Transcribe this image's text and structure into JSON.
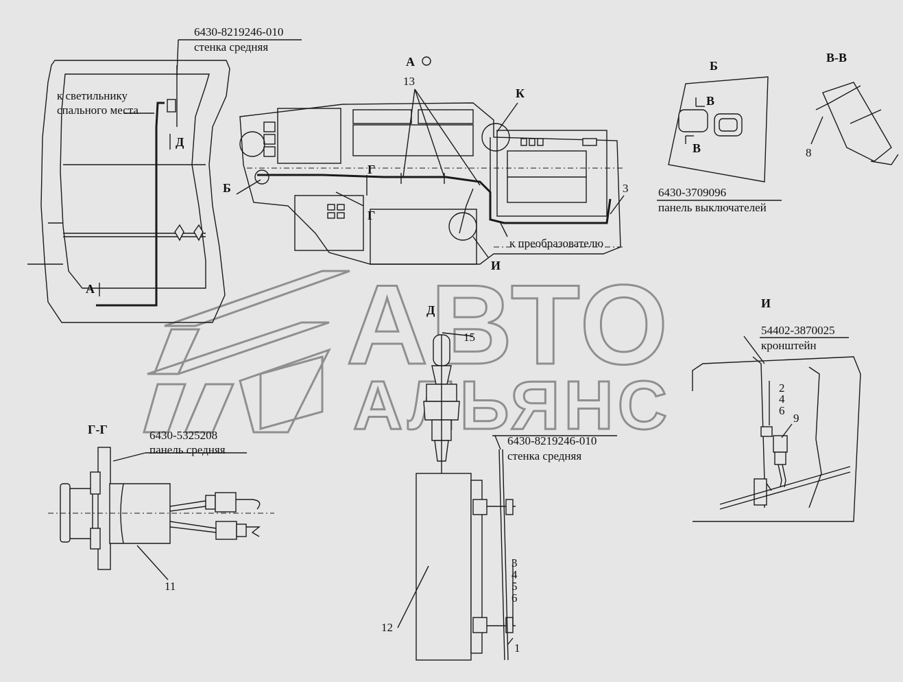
{
  "labels": {
    "wall_mid_top_code": "6430-8219246-010",
    "wall_mid_top_name": "стенка средняя",
    "sleeper_light_1": "к светильнику",
    "sleeper_light_2": "спального места",
    "view_d_marker": "Д",
    "view_a_marker": "А",
    "view_a_title": "А",
    "view_b_title": "Б",
    "view_vv_title": "В-В",
    "view_i_title": "И",
    "view_k_title": "К",
    "view_gg_title": "Г-Г",
    "view_d_title": "Д",
    "section_v_1": "В",
    "section_v_2": "В",
    "marker_b": "Б",
    "marker_g_1": "Г",
    "marker_g_2": "Г",
    "marker_i": "И",
    "to_converter": "к преобразователю",
    "switch_panel_code": "6430-3709096",
    "switch_panel_name": "панель выключателей",
    "bracket_code": "54402-3870025",
    "bracket_name": "кронштейн",
    "panel_mid_code": "6430-5325208",
    "panel_mid_name": "панель средняя",
    "wall_mid_bottom_code": "6430-8219246-010",
    "wall_mid_bottom_name": "стенка средняя"
  },
  "numbers": {
    "n13": "13",
    "n3": "3",
    "n8": "8",
    "n15": "15",
    "n2": "2",
    "n4": "4",
    "n6": "6",
    "n9": "9",
    "n11": "11",
    "n12": "12",
    "n1": "1",
    "stack_1": "3",
    "stack_2": "4",
    "stack_3": "5",
    "stack_4": "6"
  },
  "watermark": {
    "line1": "АВТО",
    "line2": "АЛЬЯНС"
  }
}
